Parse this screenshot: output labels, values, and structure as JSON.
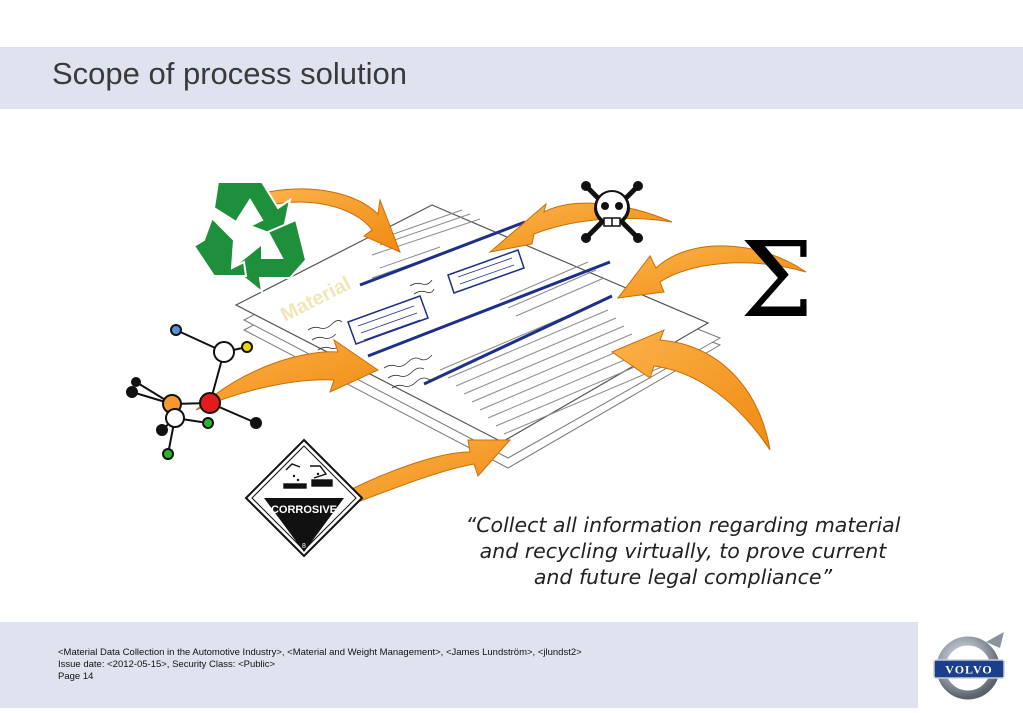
{
  "slide": {
    "title": "Scope of process solution"
  },
  "illustration": {
    "doc_watermark": "Material",
    "corrosive_label": "CORROSIVE",
    "corrosive_class": "8",
    "sigma_symbol": "Σ",
    "colors": {
      "arrow": "#f5941f",
      "recycle": "#1e8f3a",
      "doc_blue": "#1e2f8a"
    },
    "icons": [
      "recycle-icon",
      "skull-crossbones-icon",
      "sigma-icon",
      "molecule-icon",
      "corrosive-hazard-icon"
    ]
  },
  "quote": {
    "line1": "“Collect all information regarding material",
    "line2": "and recycling virtually, to prove current",
    "line3": "and future legal compliance”"
  },
  "footer": {
    "line1": "<Material Data Collection in the Automotive Industry>, <Material and Weight Management>, <James Lundström>, <jlundst2>",
    "line2": "Issue date: <2012-05-15>, Security Class: <Public>",
    "line3": "Page 14",
    "logo_text": "VOLVO"
  }
}
